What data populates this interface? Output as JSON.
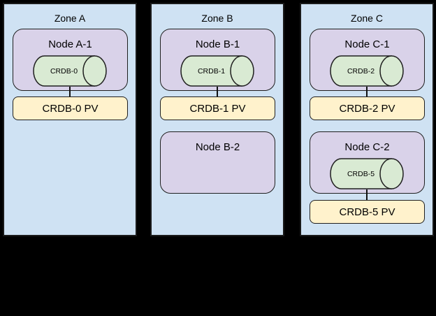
{
  "diagram": {
    "background": "#000000",
    "colors": {
      "zone_fill": "#cfe2f3",
      "node_fill": "#d9d2e9",
      "db_fill": "#d9ead3",
      "pv_fill": "#fff2cc",
      "border": "#1a1a1a"
    }
  },
  "zones": [
    {
      "label": "Zone A",
      "nodes": [
        {
          "label": "Node A-1",
          "db": "CRDB-0",
          "pv": "CRDB-0 PV"
        }
      ]
    },
    {
      "label": "Zone B",
      "nodes": [
        {
          "label": "Node B-1",
          "db": "CRDB-1",
          "pv": "CRDB-1 PV"
        },
        {
          "label": "Node B-2"
        }
      ]
    },
    {
      "label": "Zone C",
      "nodes": [
        {
          "label": "Node C-1",
          "db": "CRDB-2",
          "pv": "CRDB-2 PV"
        },
        {
          "label": "Node C-2",
          "db": "CRDB-5",
          "pv": "CRDB-5 PV"
        }
      ]
    }
  ]
}
